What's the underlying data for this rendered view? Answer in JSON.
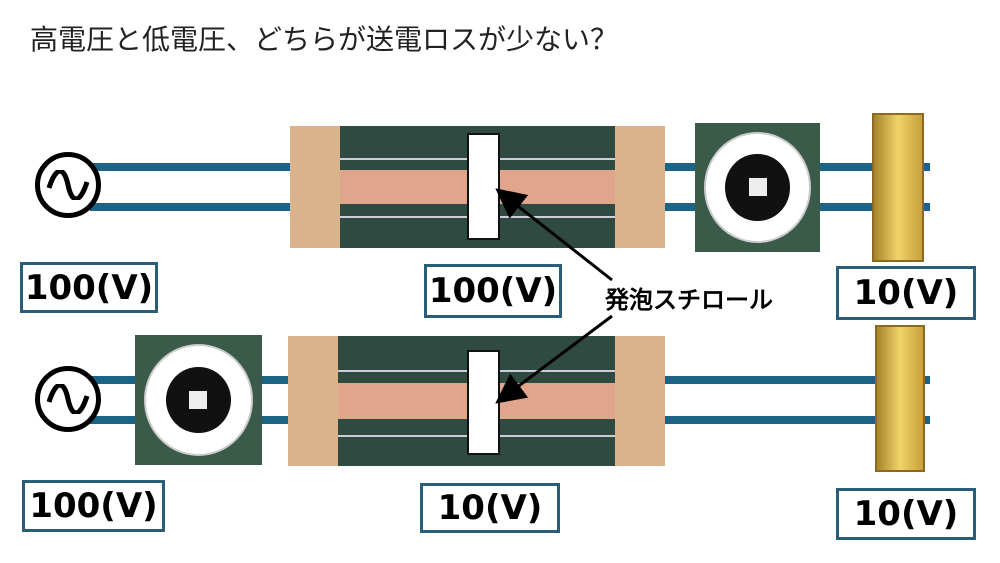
{
  "title": "高電圧と低電圧、どちらが送電ロスが少ない？",
  "top_row": {
    "source_voltage": "100(V)",
    "line_voltage": "100(V)",
    "load_voltage": "10(V)"
  },
  "bottom_row": {
    "source_voltage": "100(V)",
    "line_voltage": "10(V)",
    "load_voltage": "10(V)"
  },
  "callout": "発泡スチロール",
  "colors": {
    "wire": "#1b6486",
    "box_border": "#2a5e78"
  }
}
